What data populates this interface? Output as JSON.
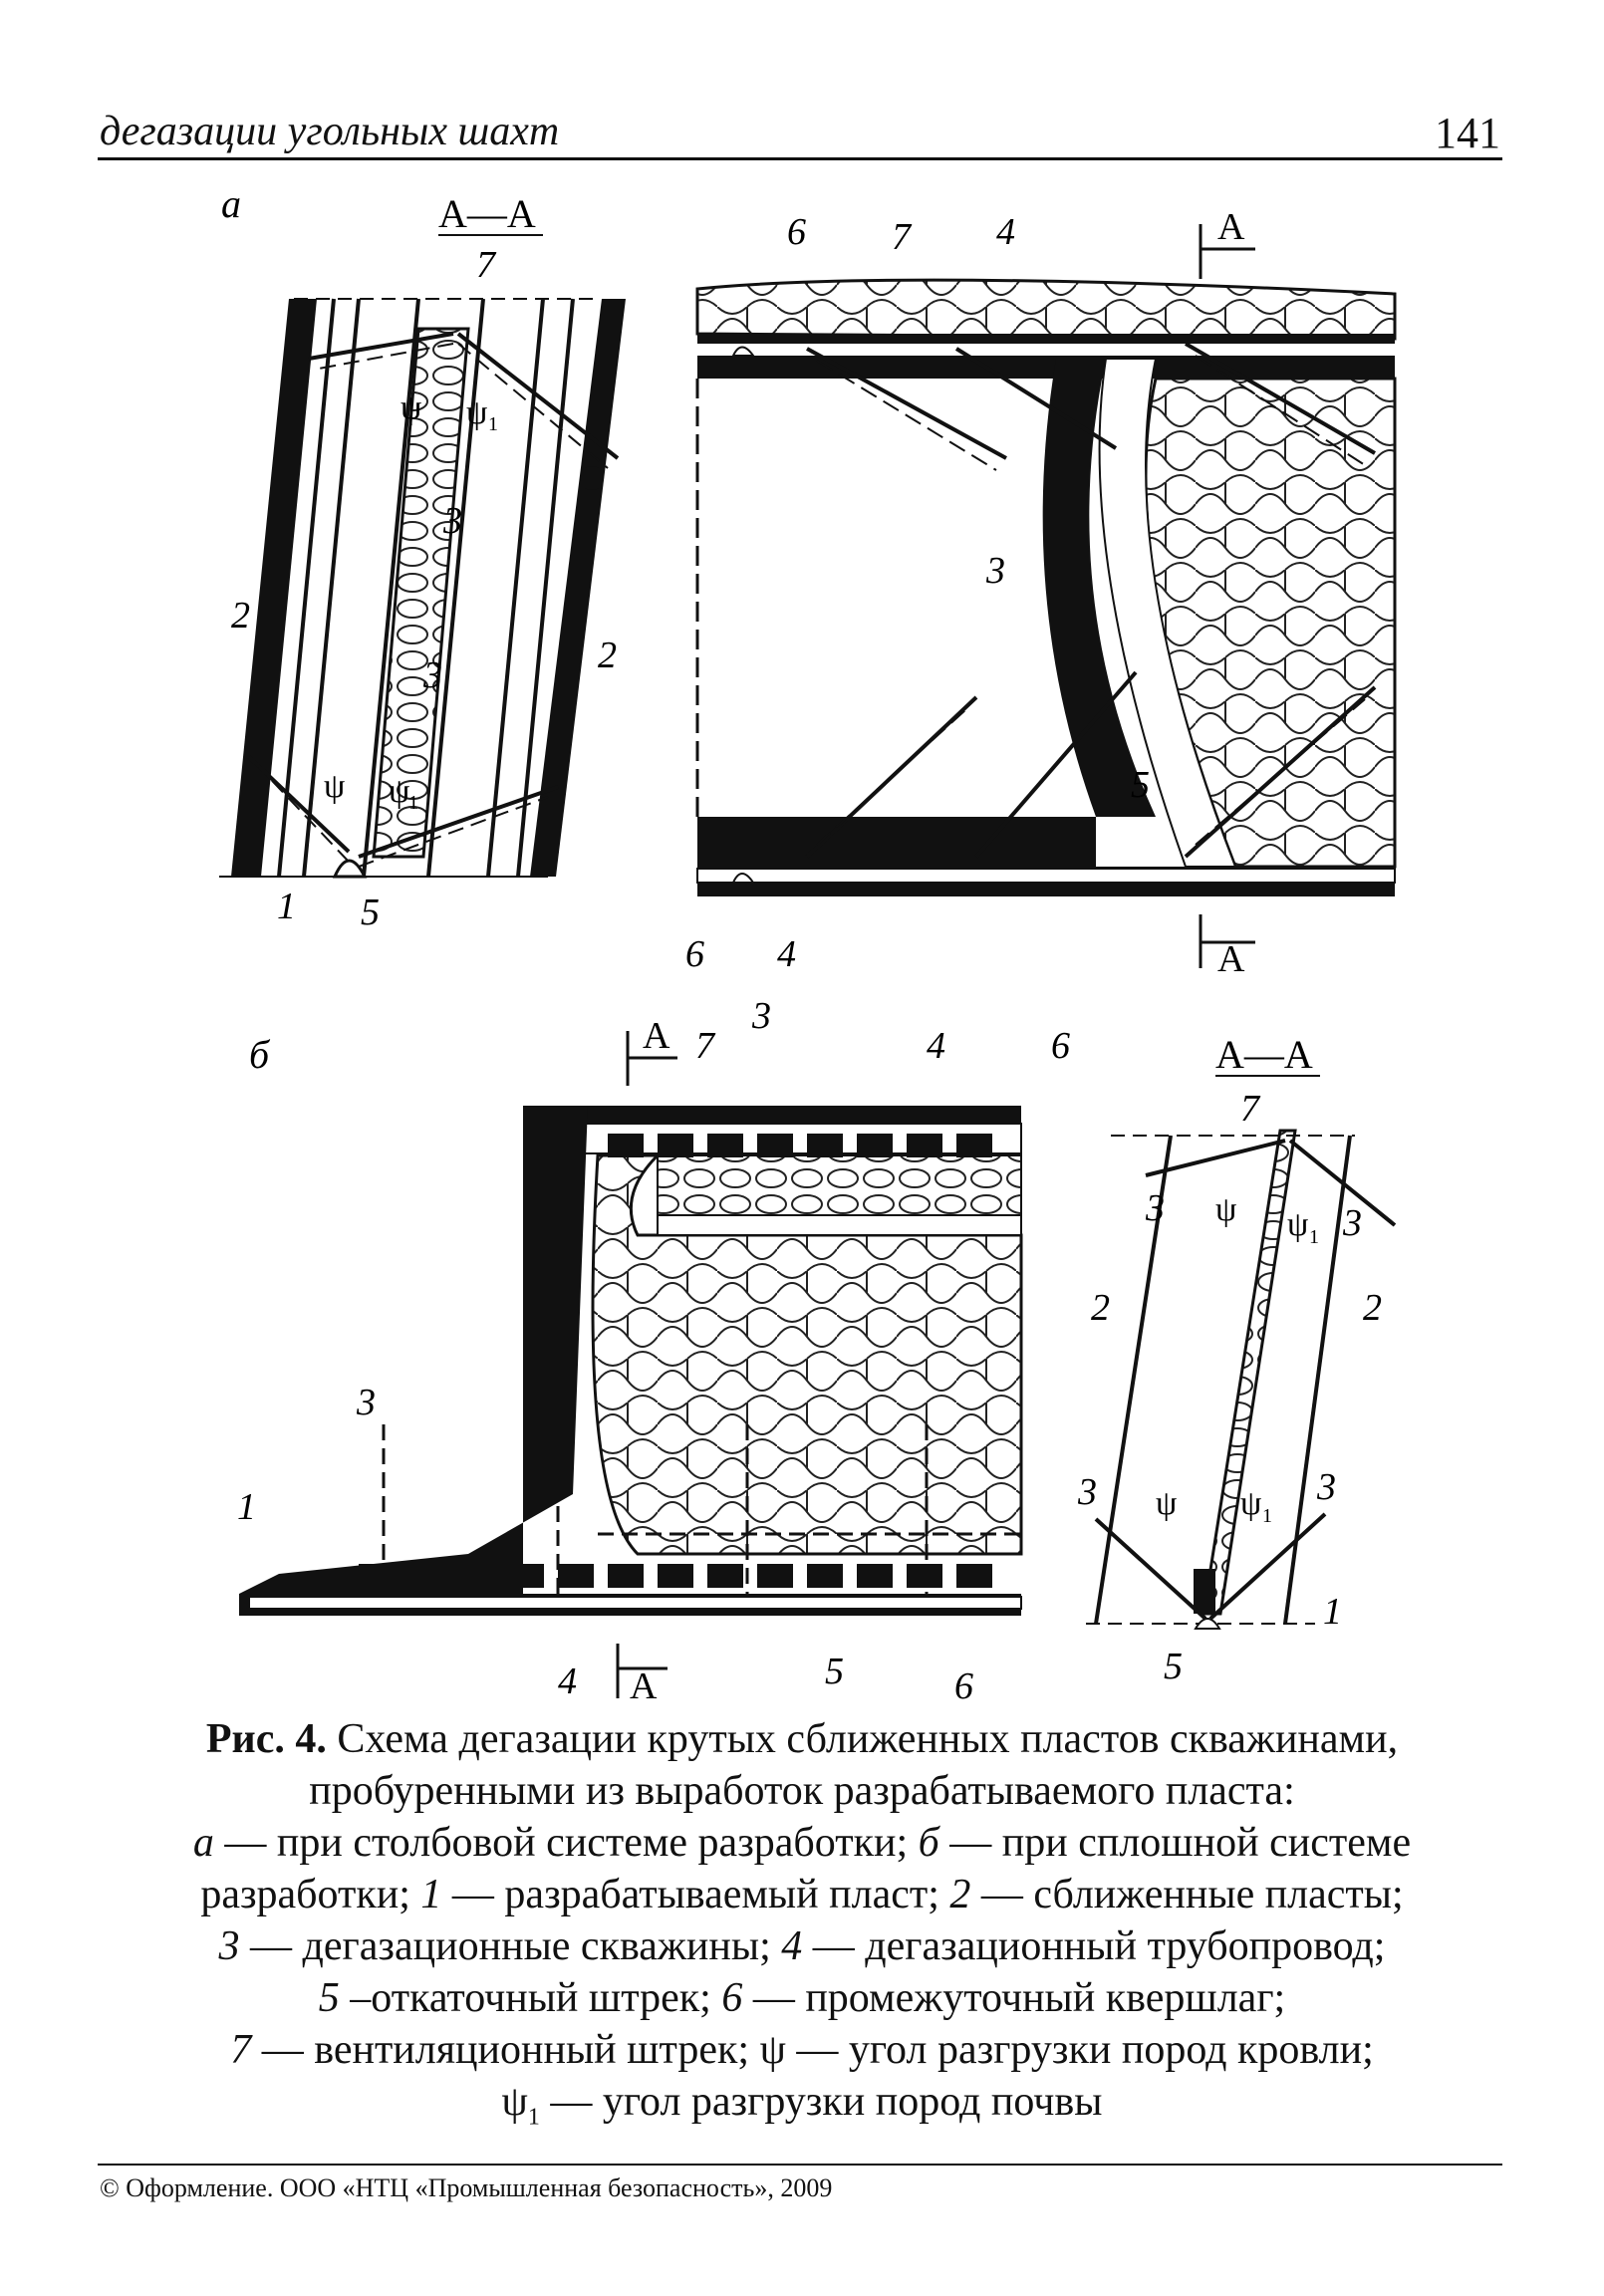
{
  "header": {
    "left": "дегазации угольных шахт",
    "page_number": "141"
  },
  "figure": {
    "panel_a_letter": "а",
    "panel_b_letter": "б",
    "section_label": "А—А",
    "section_mark": "А",
    "psi": "ψ",
    "psi1": "ψ",
    "psi_sub": "1",
    "n1": "1",
    "n2": "2",
    "n3": "3",
    "n4": "4",
    "n5": "5",
    "n6": "6",
    "n7": "7"
  },
  "caption": {
    "title": "Рис. 4.",
    "line1_rest": " Схема дегазации крутых сближенных пластов скважинами,",
    "line2": "пробуренными из выработок разрабатываемого пласта:",
    "line3a_key": "а",
    "line3a_text": " — при столбовой системе разработки; ",
    "line3b_key": "б",
    "line3b_text": " — при сплошной системе",
    "line4a_text": "разработки; ",
    "line4a_key": "1",
    "line4b_text": " — разрабатываемый пласт; ",
    "line4b_key": "2",
    "line4c_text": " — сближенные пласты;",
    "line5a_key": "3",
    "line5a_text": " — дегазационные скважины; ",
    "line5b_key": "4",
    "line5b_text": " — дегазационный трубопровод;",
    "line6a_key": "5",
    "line6a_text": " –откаточный штрек; ",
    "line6b_key": "6",
    "line6b_text": " — промежуточный квершлаг;",
    "line7a_key": "7",
    "line7a_text": " — вентиляционный штрек; ",
    "line7b_key": "ψ",
    "line7b_text": " — угол разгрузки пород кровли;",
    "line8_key": "ψ",
    "line8_sub": "1",
    "line8_text": " — угол разгрузки пород почвы"
  },
  "footer": {
    "text": "© Оформление. ООО «НТЦ «Промышленная безопасность», 2009"
  }
}
